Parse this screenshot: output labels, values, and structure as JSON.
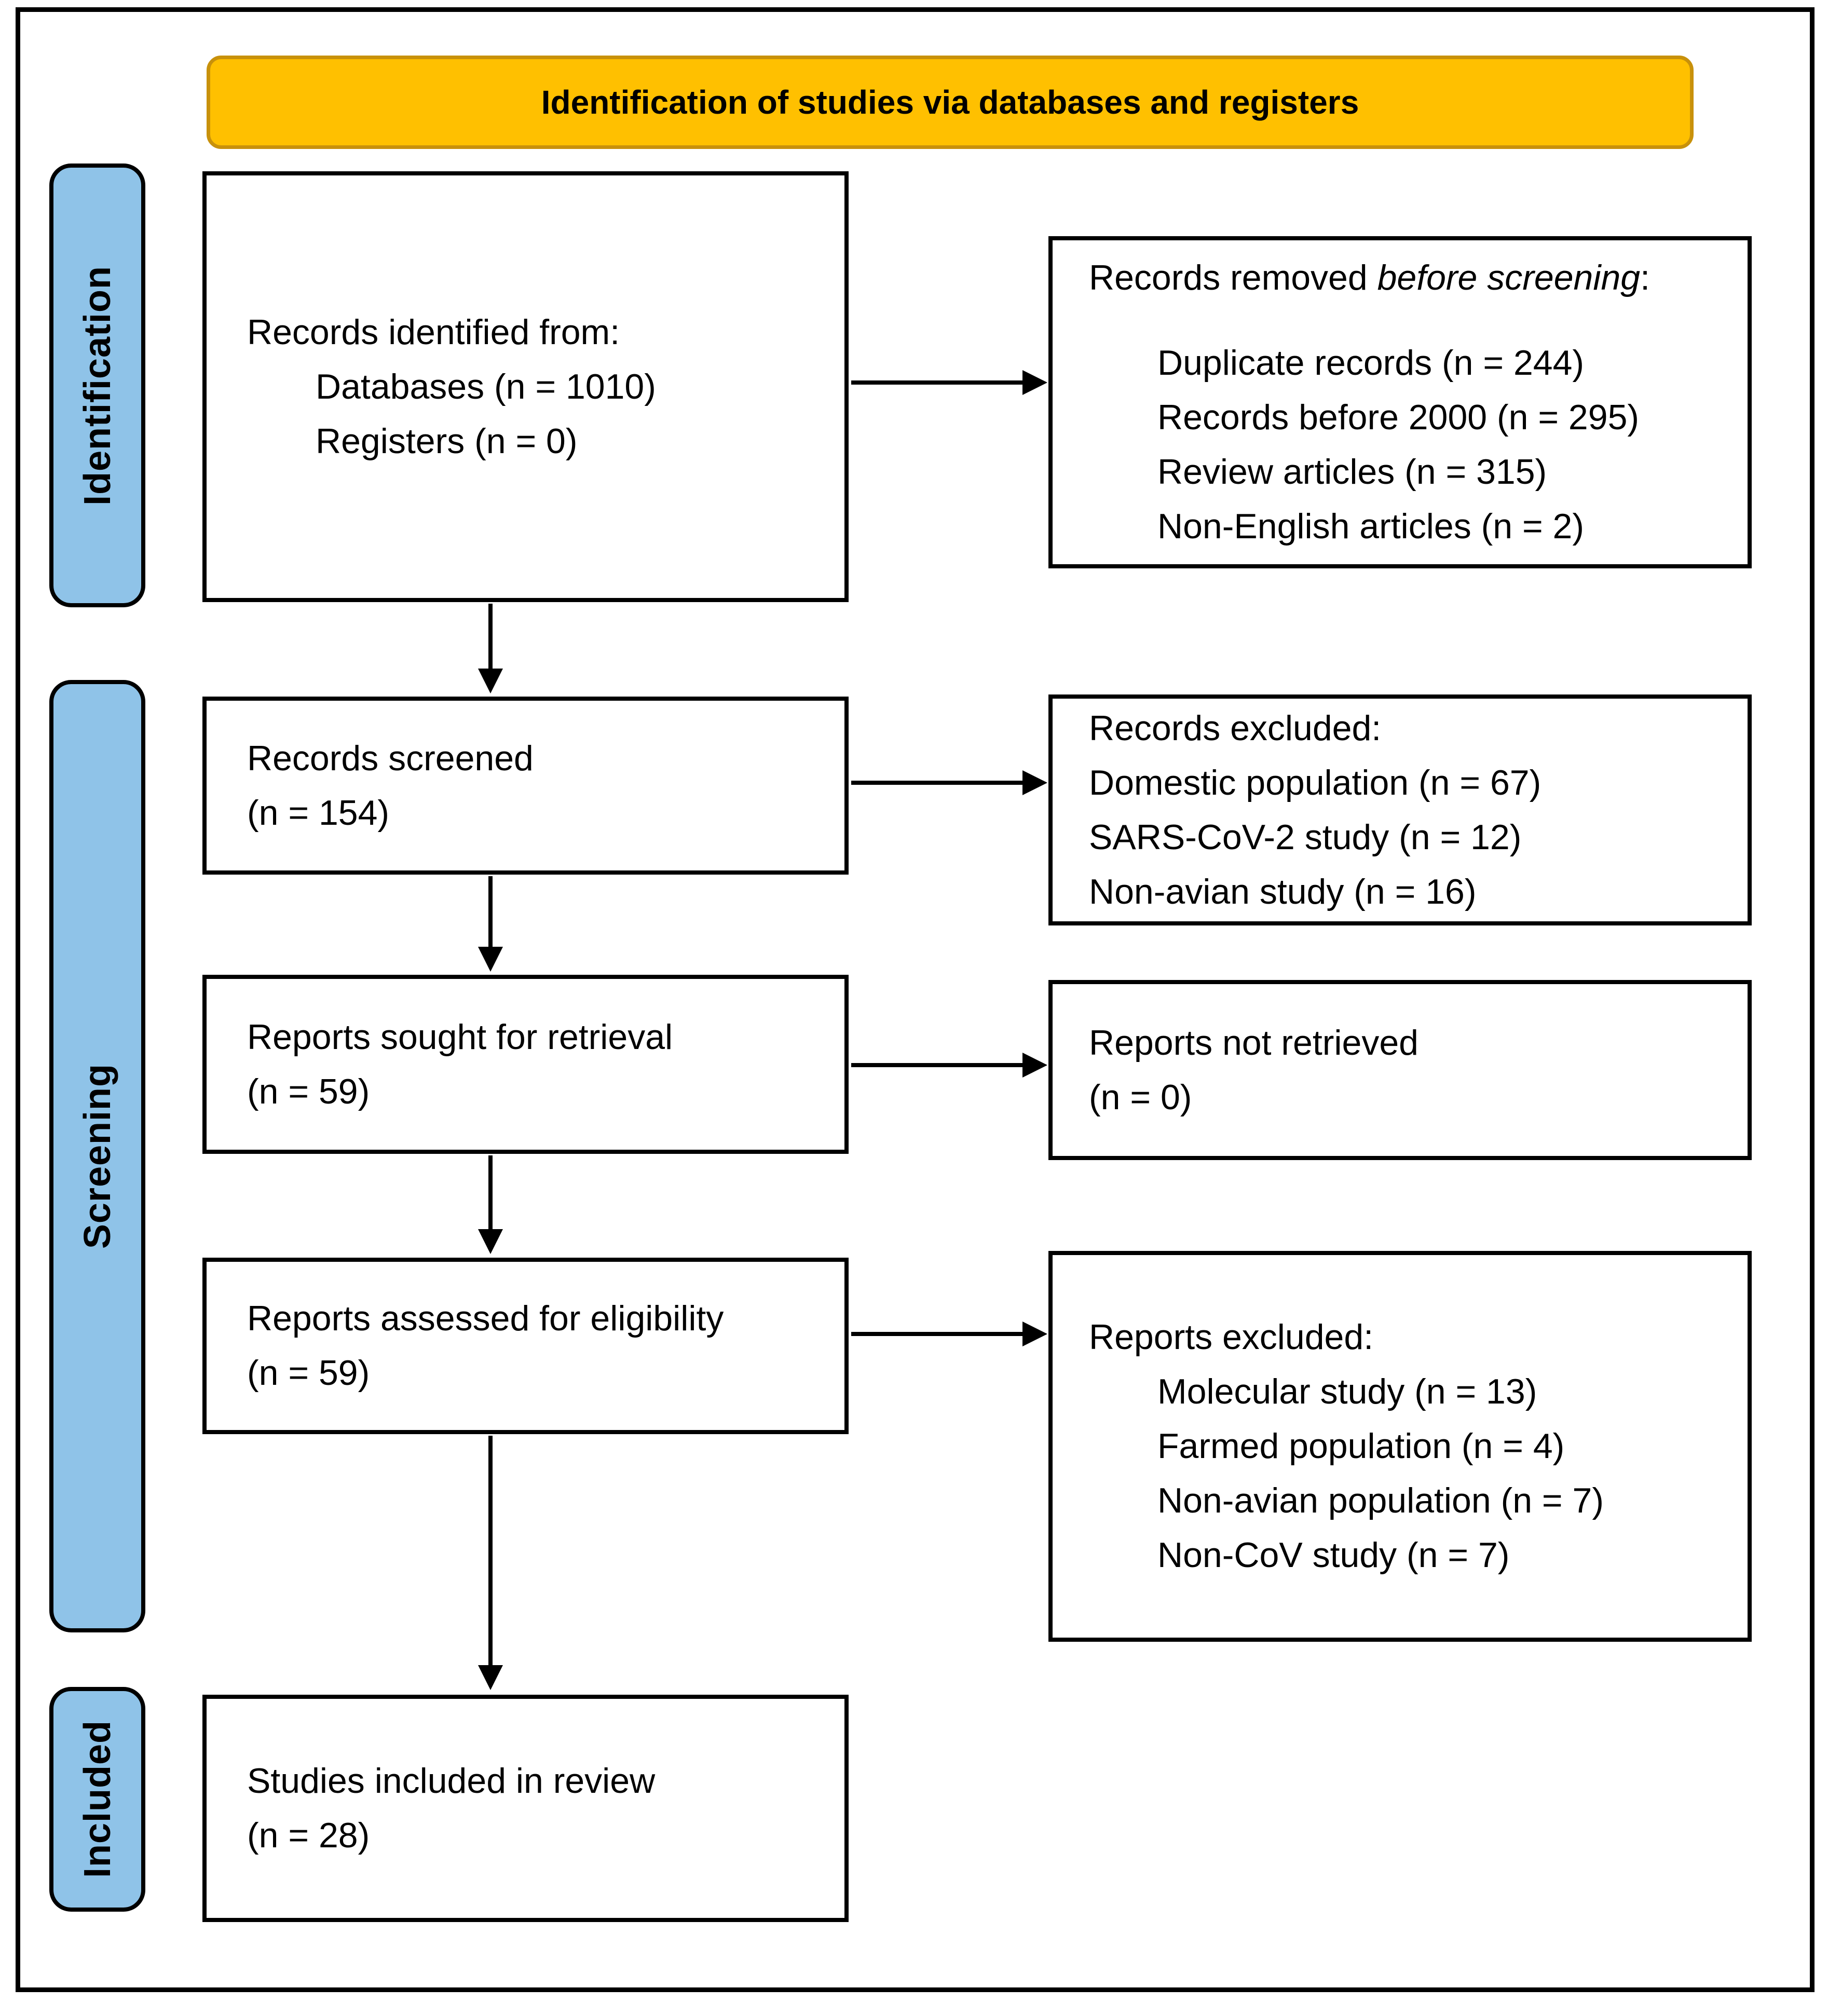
{
  "title": "Identification of studies via databases and registers",
  "stages": {
    "identification": "Identification",
    "screening": "Screening",
    "included": "Included"
  },
  "boxes": {
    "records_identified": {
      "header": "Records identified from:",
      "items": [
        "Databases (n = 1010)",
        "Registers (n = 0)"
      ]
    },
    "records_removed": {
      "header_prefix": "Records removed ",
      "header_italic": "before screening",
      "header_suffix": ":",
      "items": [
        "Duplicate records (n = 244)",
        "Records before 2000 (n = 295)",
        "Review articles (n = 315)",
        "Non-English articles (n = 2)"
      ]
    },
    "records_screened": {
      "line1": "Records screened",
      "line2": "(n = 154)"
    },
    "records_excluded": {
      "header": "Records excluded:",
      "items": [
        "Domestic population (n = 67)",
        "SARS-CoV-2 study (n = 12)",
        "Non-avian study (n = 16)"
      ]
    },
    "reports_sought": {
      "line1": "Reports sought for retrieval",
      "line2": "(n = 59)"
    },
    "reports_not_retrieved": {
      "line1": "Reports not retrieved",
      "line2": "(n = 0)"
    },
    "reports_assessed": {
      "line1": "Reports assessed for eligibility",
      "line2": "(n = 59)"
    },
    "reports_excluded": {
      "header": "Reports excluded:",
      "items": [
        "Molecular study (n = 13)",
        "Farmed population (n = 4)",
        "Non-avian population (n = 7)",
        "Non-CoV study (n = 7)"
      ]
    },
    "studies_included": {
      "line1": "Studies included in review",
      "line2": "(n = 28)"
    }
  },
  "colors": {
    "banner_fill": "#FFC000",
    "banner_border": "#C8910B",
    "stage_fill": "#8FC3E8",
    "line": "#000000",
    "background": "#FFFFFF"
  }
}
